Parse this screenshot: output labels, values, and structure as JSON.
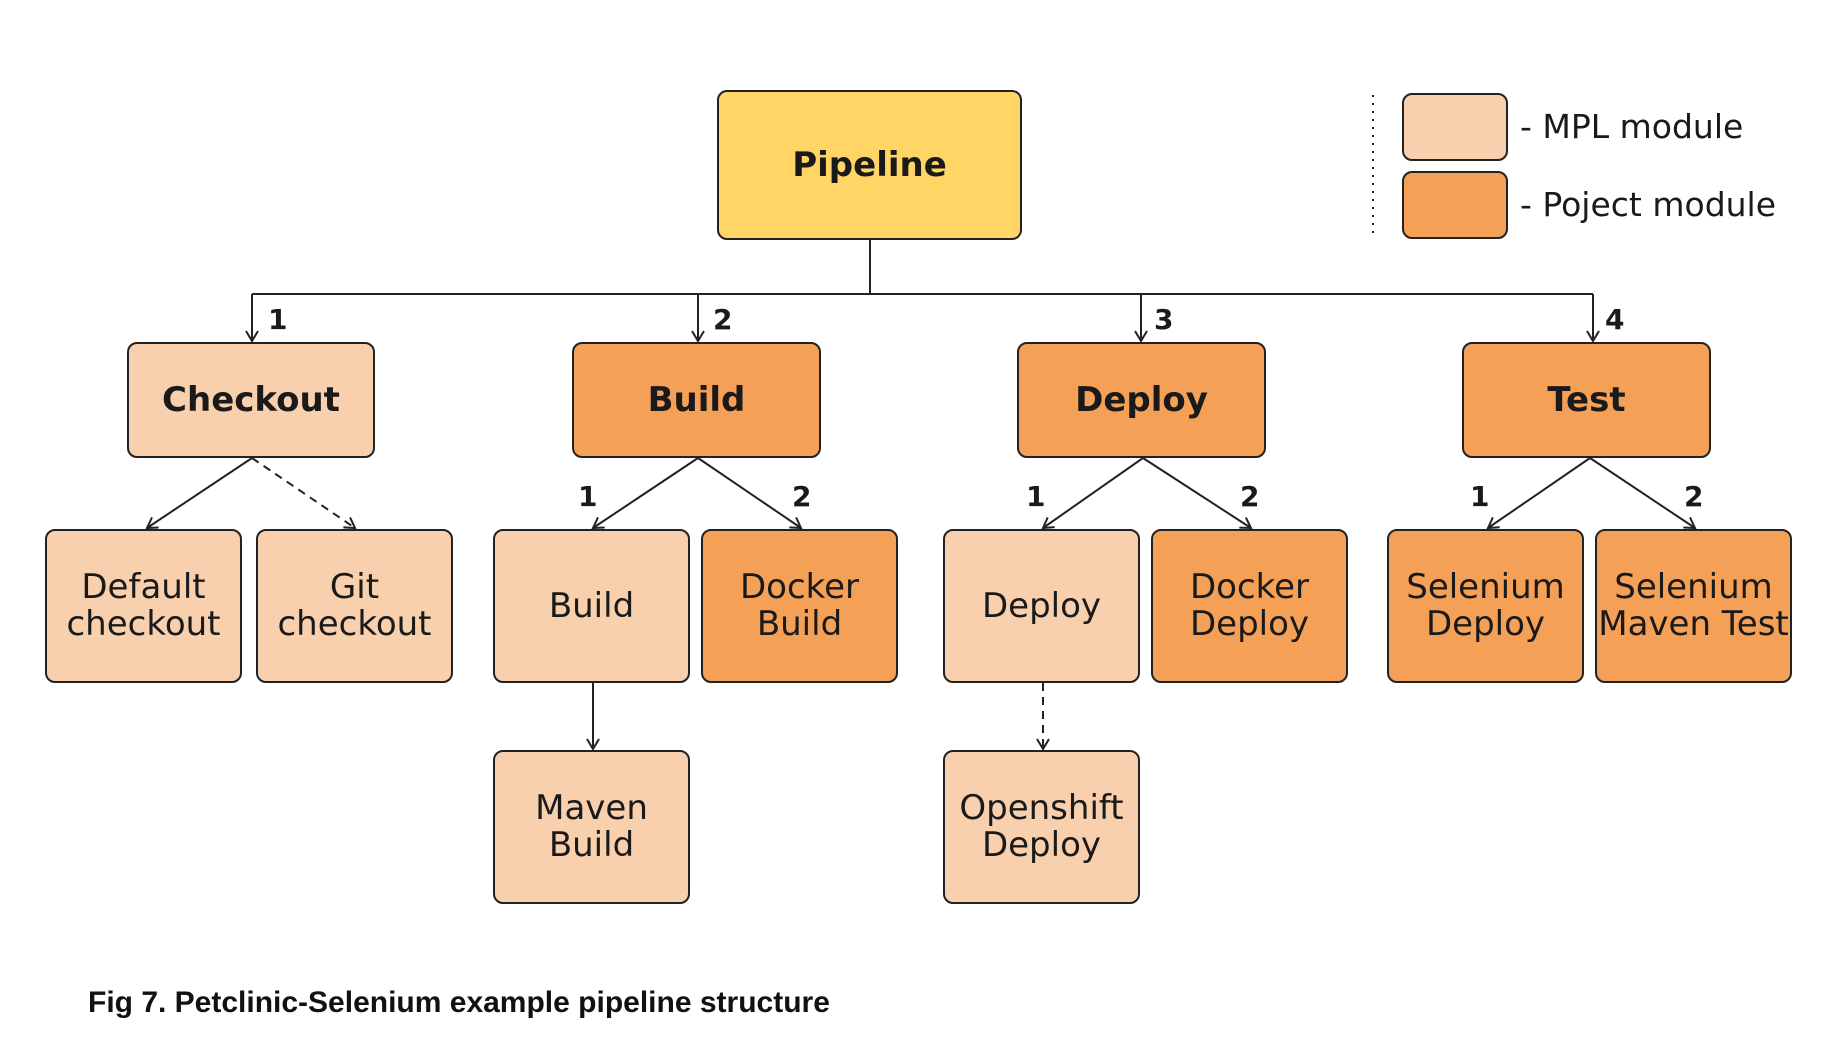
{
  "colors": {
    "mpl_module": "#f8d0ae",
    "project_module": "#f5a057",
    "pipeline": "#ffd566",
    "line": "#222222"
  },
  "root": {
    "label": "Pipeline"
  },
  "stages": [
    {
      "order": "1",
      "label": "Checkout",
      "type": "mpl"
    },
    {
      "order": "2",
      "label": "Build",
      "type": "project"
    },
    {
      "order": "3",
      "label": "Deploy",
      "type": "project"
    },
    {
      "order": "4",
      "label": "Test",
      "type": "project"
    }
  ],
  "modules": {
    "default_checkout": {
      "label": "Default\ncheckout",
      "type": "mpl"
    },
    "git_checkout": {
      "label": "Git\ncheckout",
      "type": "mpl"
    },
    "build": {
      "label": "Build",
      "type": "mpl",
      "order": "1"
    },
    "docker_build": {
      "label": "Docker\nBuild",
      "type": "project",
      "order": "2"
    },
    "maven_build": {
      "label": "Maven\nBuild",
      "type": "mpl"
    },
    "deploy": {
      "label": "Deploy",
      "type": "mpl",
      "order": "1"
    },
    "docker_deploy": {
      "label": "Docker\nDeploy",
      "type": "project",
      "order": "2"
    },
    "openshift_deploy": {
      "label": "Openshift\nDeploy",
      "type": "mpl"
    },
    "selenium_deploy": {
      "label": "Selenium\nDeploy",
      "type": "project",
      "order": "1"
    },
    "selenium_maven_test": {
      "label": "Selenium\nMaven Test",
      "type": "project",
      "order": "2"
    }
  },
  "legend": {
    "mpl_label": "- MPL module",
    "project_label": "- Poject module"
  },
  "caption": "Fig 7. Petclinic-Selenium example pipeline structure"
}
